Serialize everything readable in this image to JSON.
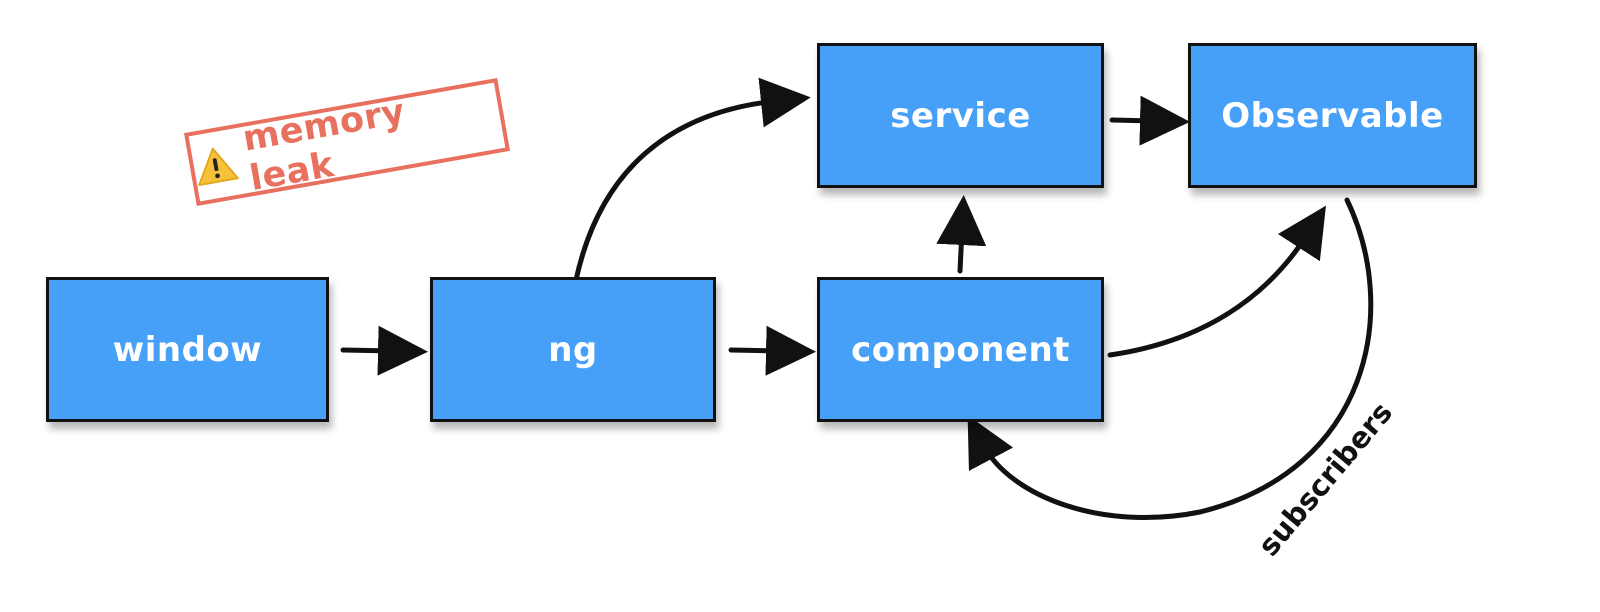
{
  "diagram": {
    "nodes": [
      {
        "id": "window",
        "label": "window"
      },
      {
        "id": "ng",
        "label": "ng"
      },
      {
        "id": "component",
        "label": "component"
      },
      {
        "id": "service",
        "label": "service"
      },
      {
        "id": "observable",
        "label": "Observable"
      }
    ],
    "edges": [
      {
        "from": "window",
        "to": "ng"
      },
      {
        "from": "ng",
        "to": "component"
      },
      {
        "from": "ng",
        "to": "service"
      },
      {
        "from": "component",
        "to": "service"
      },
      {
        "from": "service",
        "to": "observable"
      },
      {
        "from": "component",
        "to": "observable"
      },
      {
        "from": "observable",
        "to": "component",
        "label": "subscribers"
      }
    ],
    "stamp": {
      "text": "memory leak",
      "icon": "warning-icon",
      "color": "#e8705f"
    },
    "colors": {
      "node_fill": "#46a0f7",
      "node_border": "#111111",
      "node_text": "#ffffff",
      "edge": "#111111"
    }
  }
}
